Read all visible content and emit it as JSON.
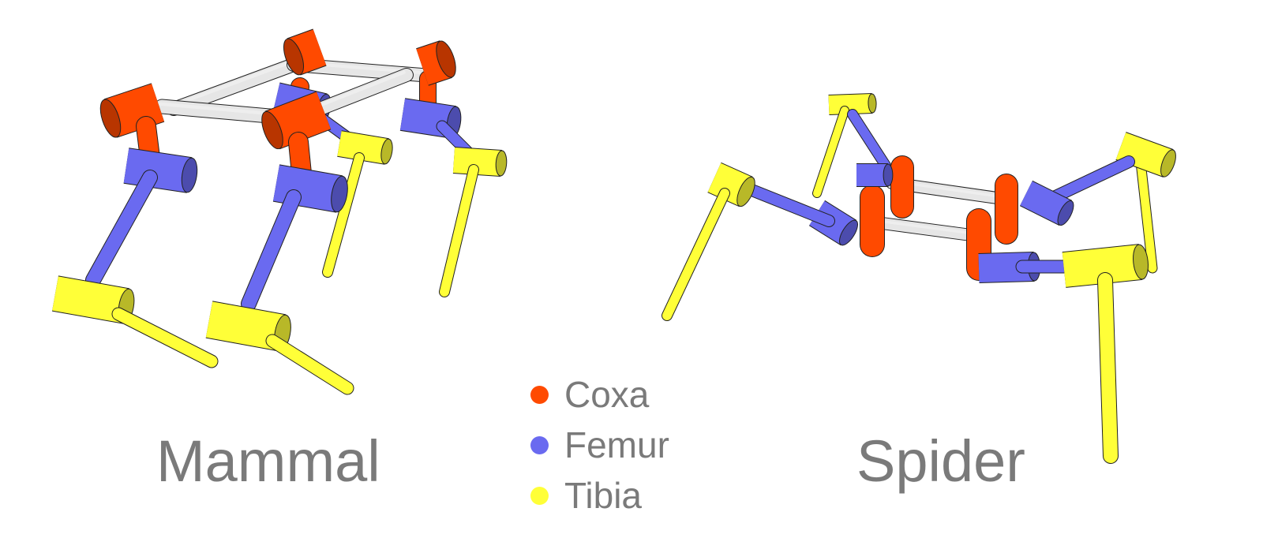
{
  "figures": [
    {
      "key": "mammal",
      "label": "Mammal"
    },
    {
      "key": "spider",
      "label": "Spider"
    }
  ],
  "legend": [
    {
      "label": "Coxa",
      "color": "#ff4a00",
      "icon": "red-dot-icon"
    },
    {
      "label": "Femur",
      "color": "#6a6af0",
      "icon": "blue-dot-icon"
    },
    {
      "label": "Tibia",
      "color": "#ffff38",
      "icon": "yellow-dot-icon"
    }
  ],
  "colors": {
    "body": "#e6e6e6",
    "text": "#7a7a7a",
    "background": "#ffffff"
  }
}
